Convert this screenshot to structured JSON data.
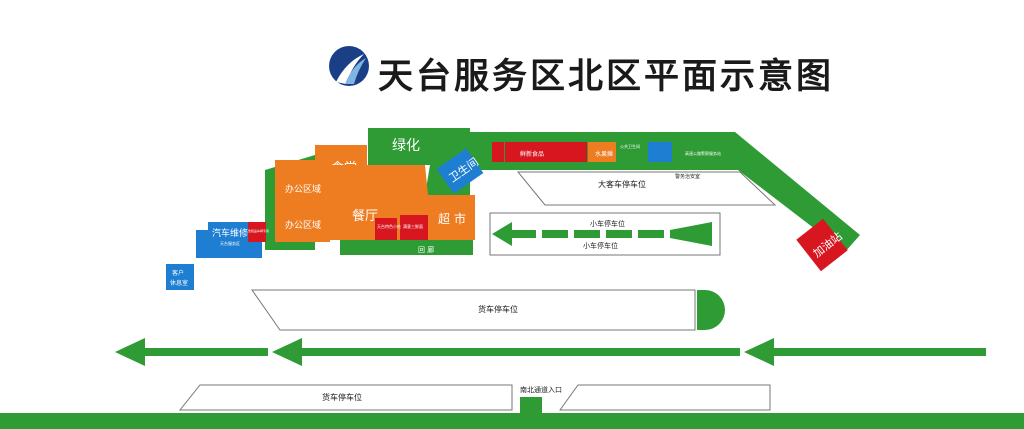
{
  "map": {
    "title": "天台服务区北区平面示意图",
    "labels": {
      "green_area": "绿化",
      "canteen": "食堂",
      "restroom": "卫生间",
      "office_1": "办公区域",
      "office_2": "办公区域",
      "restaurant": "餐厅",
      "supermarket": "超市",
      "corridor": "回 廊",
      "car_repair": "汽车维修",
      "repair_sub": "天台服务区",
      "repair_red": "危险品车辆专用",
      "customer_rest": "客户\n休息室",
      "shop_a": "天台特色小吃",
      "shop_b": "满意三鲜面",
      "shop_c": "鲜新食品",
      "shop_d": "水果摊",
      "shop_e": "公共卫生间",
      "shop_f": "高速公路警察服务站",
      "police": "警务治安室",
      "gas_station": "加油站",
      "bus_parking": "大客车停车位",
      "car_parking_1": "小车停车位",
      "car_parking_2": "小车停车位",
      "truck_parking_1": "货车停车位",
      "truck_parking_2": "货车停车位",
      "entrance": "南北通道入口"
    }
  },
  "colors": {
    "green": "#2e9b35",
    "orange": "#ee7d22",
    "blue": "#1e7fd2",
    "red": "#d8161f",
    "dark": "#1a1a1a"
  },
  "icons": {
    "logo": "highway-logo-icon",
    "arrow": "left-arrow-icon"
  }
}
